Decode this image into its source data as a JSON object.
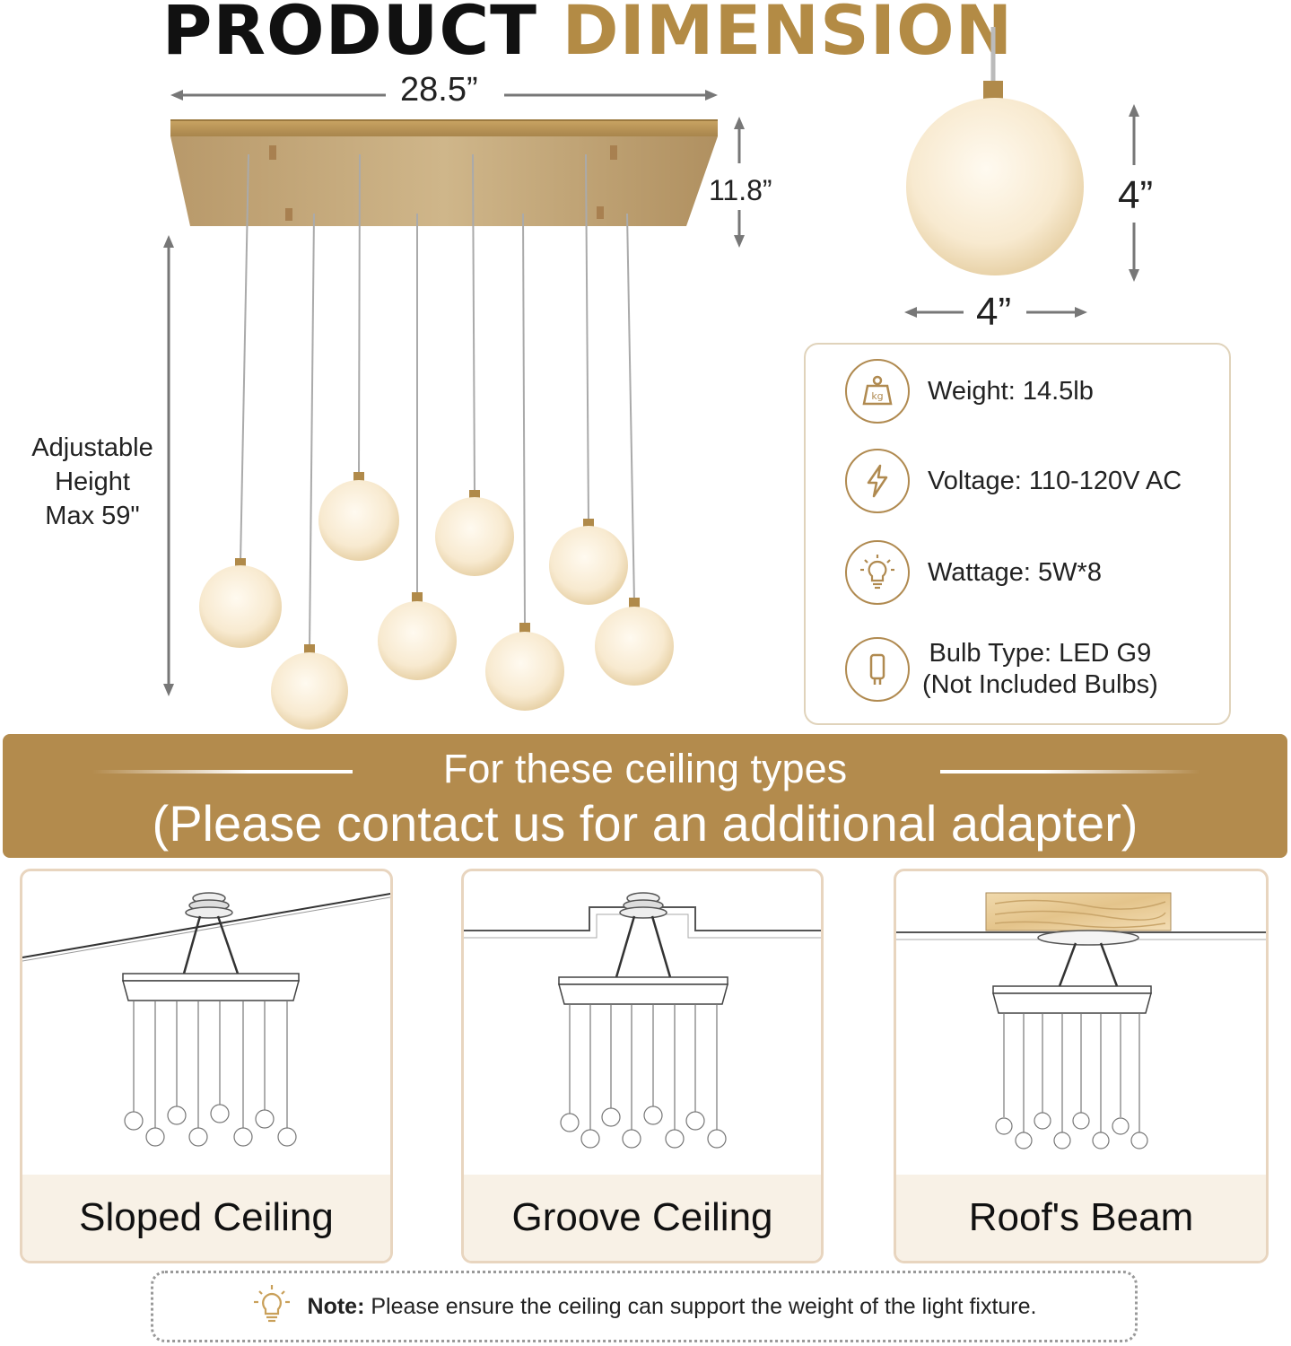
{
  "title": {
    "part1": "PRODUCT",
    "part2": "DIMENSION"
  },
  "dimensions": {
    "width": "28.5”",
    "depth": "11.8”",
    "globe_height": "4”",
    "globe_width": "4”",
    "adjustable": [
      "Adjustable",
      "Height",
      "Max 59\""
    ]
  },
  "specs": [
    {
      "icon": "weight-icon",
      "text": "Weight: 14.5lb"
    },
    {
      "icon": "lightning-icon",
      "text": "Voltage: 110-120V AC"
    },
    {
      "icon": "lightbulb-icon",
      "text": "Wattage: 5W*8"
    },
    {
      "icon": "bulb-type-icon",
      "line1": "Bulb Type: LED G9",
      "line2": "(Not Included Bulbs)"
    }
  ],
  "banner": {
    "line1": "For these ceiling types",
    "line2": "(Please contact us for an additional adapter)"
  },
  "ceilings": [
    "Sloped Ceiling",
    "Groove Ceiling",
    "Roof's Beam"
  ],
  "note": {
    "label": "Note:",
    "text": "Please ensure the ceiling can support the weight of the light fixture."
  },
  "colors": {
    "gold": "#b38b45",
    "banner": "#b38b4d",
    "card_border": "#e8d5bf"
  }
}
